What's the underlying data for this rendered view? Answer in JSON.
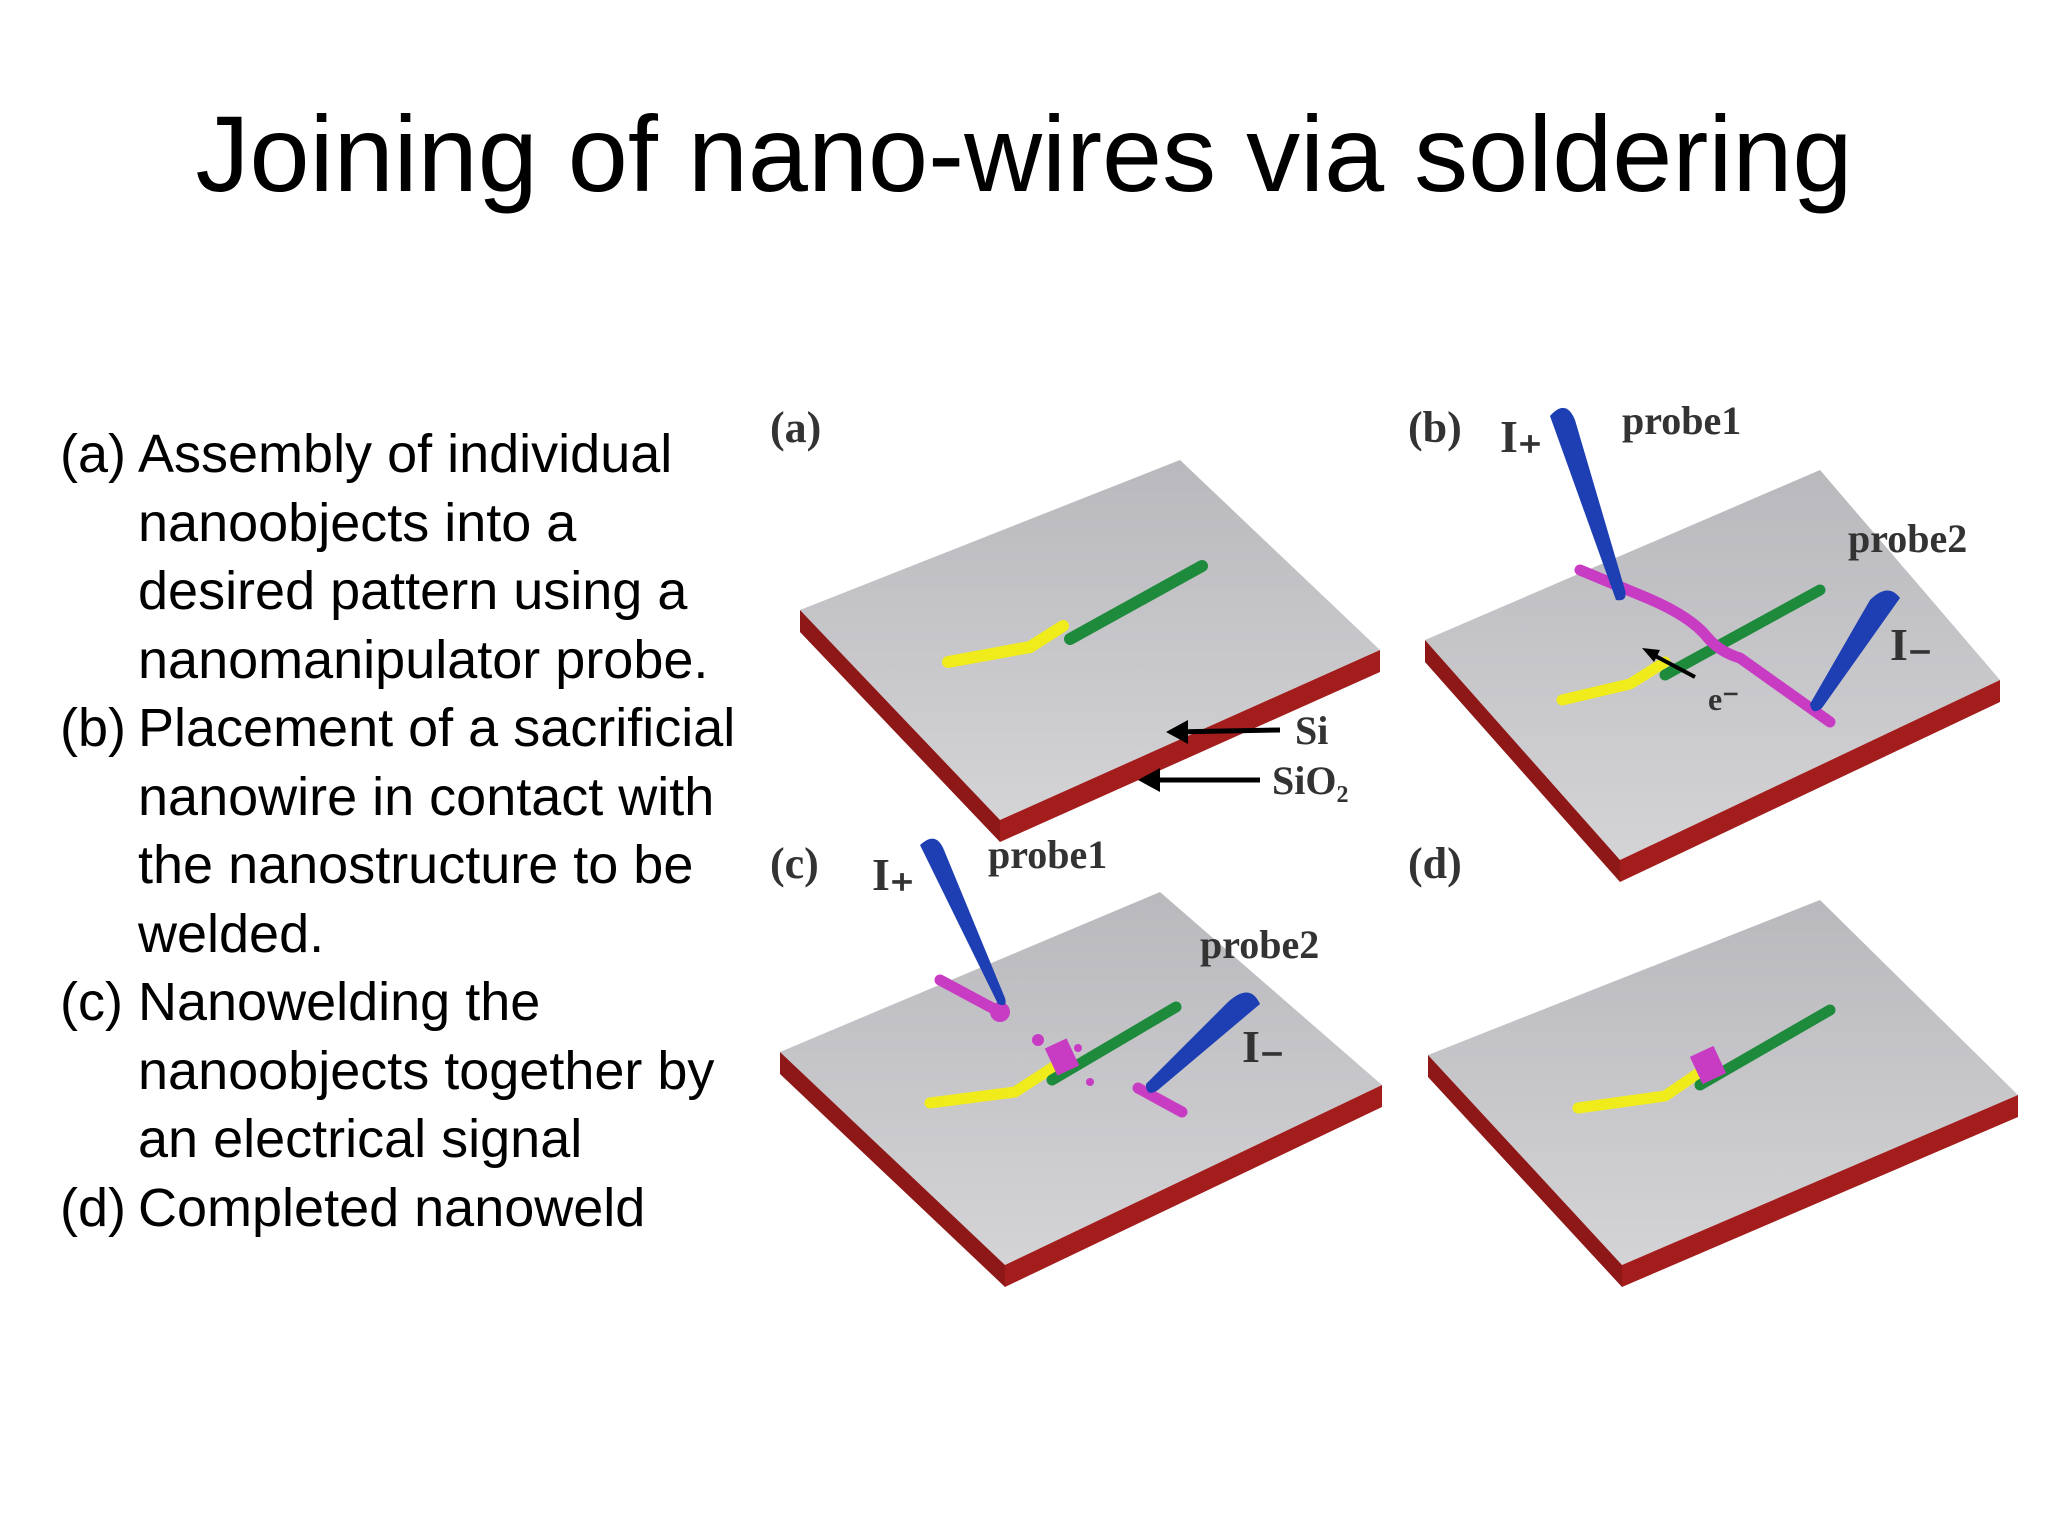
{
  "title": "Joining of nano-wires via soldering",
  "steps": [
    {
      "label": "(a)",
      "text": "Assembly of individual nanoobjects into a desired pattern using a nanomanipulator probe."
    },
    {
      "label": "(b)",
      "text": "Placement of a sacrificial nanowire in contact with the nanostructure to be welded."
    },
    {
      "label": "(c)",
      "text": "Nanowelding the nanoobjects together by an electrical signal"
    },
    {
      "label": "(d)",
      "text": "Completed nanoweld"
    }
  ],
  "figure": {
    "panels": [
      "(a)",
      "(b)",
      "(c)",
      "(d)"
    ],
    "probe1": "probe1",
    "probe2": "probe2",
    "i_plus": "I₊",
    "i_minus": "I₋",
    "si": "Si",
    "sio2": "SiO₂",
    "electron": "e⁻",
    "colors": {
      "substrate_top": "#c9c9cc",
      "substrate_side": "#a31d1d",
      "wire_yellow": "#f0ec1c",
      "wire_green": "#1e8a3c",
      "wire_magenta": "#c83cc4",
      "probe_blue": "#1e3fb4"
    }
  }
}
